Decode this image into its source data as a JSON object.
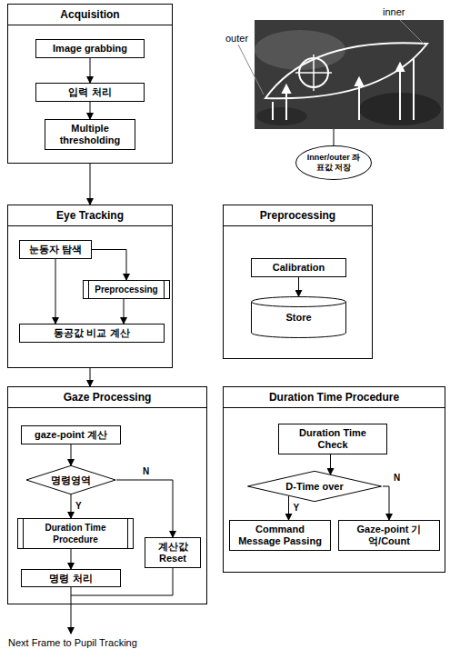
{
  "diagram": {
    "nodes": [
      {
        "text": [
          "Acquisition"
        ]
      },
      {
        "text": [
          "Image grabbing"
        ],
        "in": 0
      },
      {
        "text": [
          "입력 처리"
        ],
        "in": 0
      },
      {
        "text": [
          "Multiple thresholding"
        ],
        "in": 0
      },
      {
        "text": [
          "Inner/outer 좌표값 저장"
        ]
      },
      {
        "text": [
          "Eye Tracking"
        ]
      },
      {
        "text": [
          "눈동자 탐색"
        ],
        "in": 5
      },
      {
        "text": [
          "Preprocessing"
        ],
        "in": 5
      },
      {
        "text": [
          "동공값 비교 계산"
        ],
        "in": 5
      },
      {
        "text": [
          "Preprocessing"
        ]
      },
      {
        "text": [
          "Calibration"
        ],
        "in": 9
      },
      {
        "text": [
          "Store"
        ],
        "in": 9
      },
      {
        "text": [
          "Gaze Processing"
        ]
      },
      {
        "text": [
          "gaze-point 계산"
        ],
        "in": 12
      },
      {
        "text": [
          "명령영역"
        ],
        "in": 12
      },
      {
        "text": [
          "Duration Time Procedure"
        ],
        "in": 12
      },
      {
        "text": [
          "계산값 Reset"
        ],
        "in": 12
      },
      {
        "text": [
          "명령 처리"
        ],
        "in": 12
      },
      {
        "text": [
          "Duration Time Procedure"
        ]
      },
      {
        "text": [
          "Duration Time Check"
        ],
        "in": 18
      },
      {
        "text": [
          "D-Time over"
        ],
        "in": 18
      },
      {
        "text": [
          "Command Message Passing"
        ],
        "in": 18
      },
      {
        "text": [
          "Gaze-point 기억/Count"
        ],
        "in": 18
      }
    ],
    "edges": [
      {
        "from": 0,
        "to": 5,
        "arrow": "to"
      },
      {
        "from": 1,
        "to": 2,
        "arrow": "to"
      },
      {
        "from": 2,
        "to": 3,
        "arrow": "to"
      },
      {
        "from": 6,
        "to": 7,
        "arrow": "to"
      },
      {
        "from": 6,
        "to": 8,
        "arrow": "to"
      },
      {
        "from": 7,
        "to": 8,
        "arrow": "to"
      },
      {
        "from": 10,
        "to": 11,
        "arrow": "to"
      },
      {
        "from": 5,
        "to": 12,
        "arrow": "to"
      },
      {
        "from": 13,
        "to": 14,
        "arrow": "to"
      },
      {
        "from": 14,
        "to": 15,
        "label": "Y",
        "arrow": "to"
      },
      {
        "from": 14,
        "to": 16,
        "label": "N",
        "arrow": "to"
      },
      {
        "from": 15,
        "to": 17,
        "arrow": "to"
      },
      {
        "from": 19,
        "to": 20,
        "arrow": "to"
      },
      {
        "from": 20,
        "to": 21,
        "label": "Y",
        "arrow": "to"
      },
      {
        "from": 20,
        "to": 22,
        "label": "N",
        "arrow": "to"
      }
    ],
    "labels": [
      "outer",
      "inner",
      "Next Frame to Pupil Tracking"
    ]
  }
}
